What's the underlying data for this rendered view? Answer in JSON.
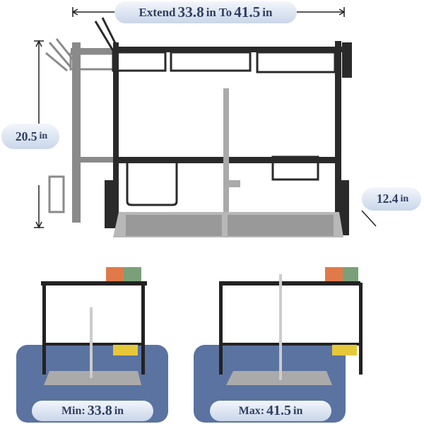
{
  "top_label": {
    "prefix": "Extend",
    "min": "33.8",
    "unit1": "in To",
    "max": "41.5",
    "unit2": "in"
  },
  "height_label": {
    "value": "20.5",
    "unit": "in"
  },
  "depth_label": {
    "value": "12.4",
    "unit": "in"
  },
  "min_panel": {
    "prefix": "Min:",
    "value": "33.8",
    "unit": "in"
  },
  "max_panel": {
    "prefix": "Max:",
    "value": "41.5",
    "unit": "in"
  },
  "colors": {
    "panel": "#5a73a0",
    "text": "#2f3f62",
    "rack": "#2a2a2a"
  }
}
